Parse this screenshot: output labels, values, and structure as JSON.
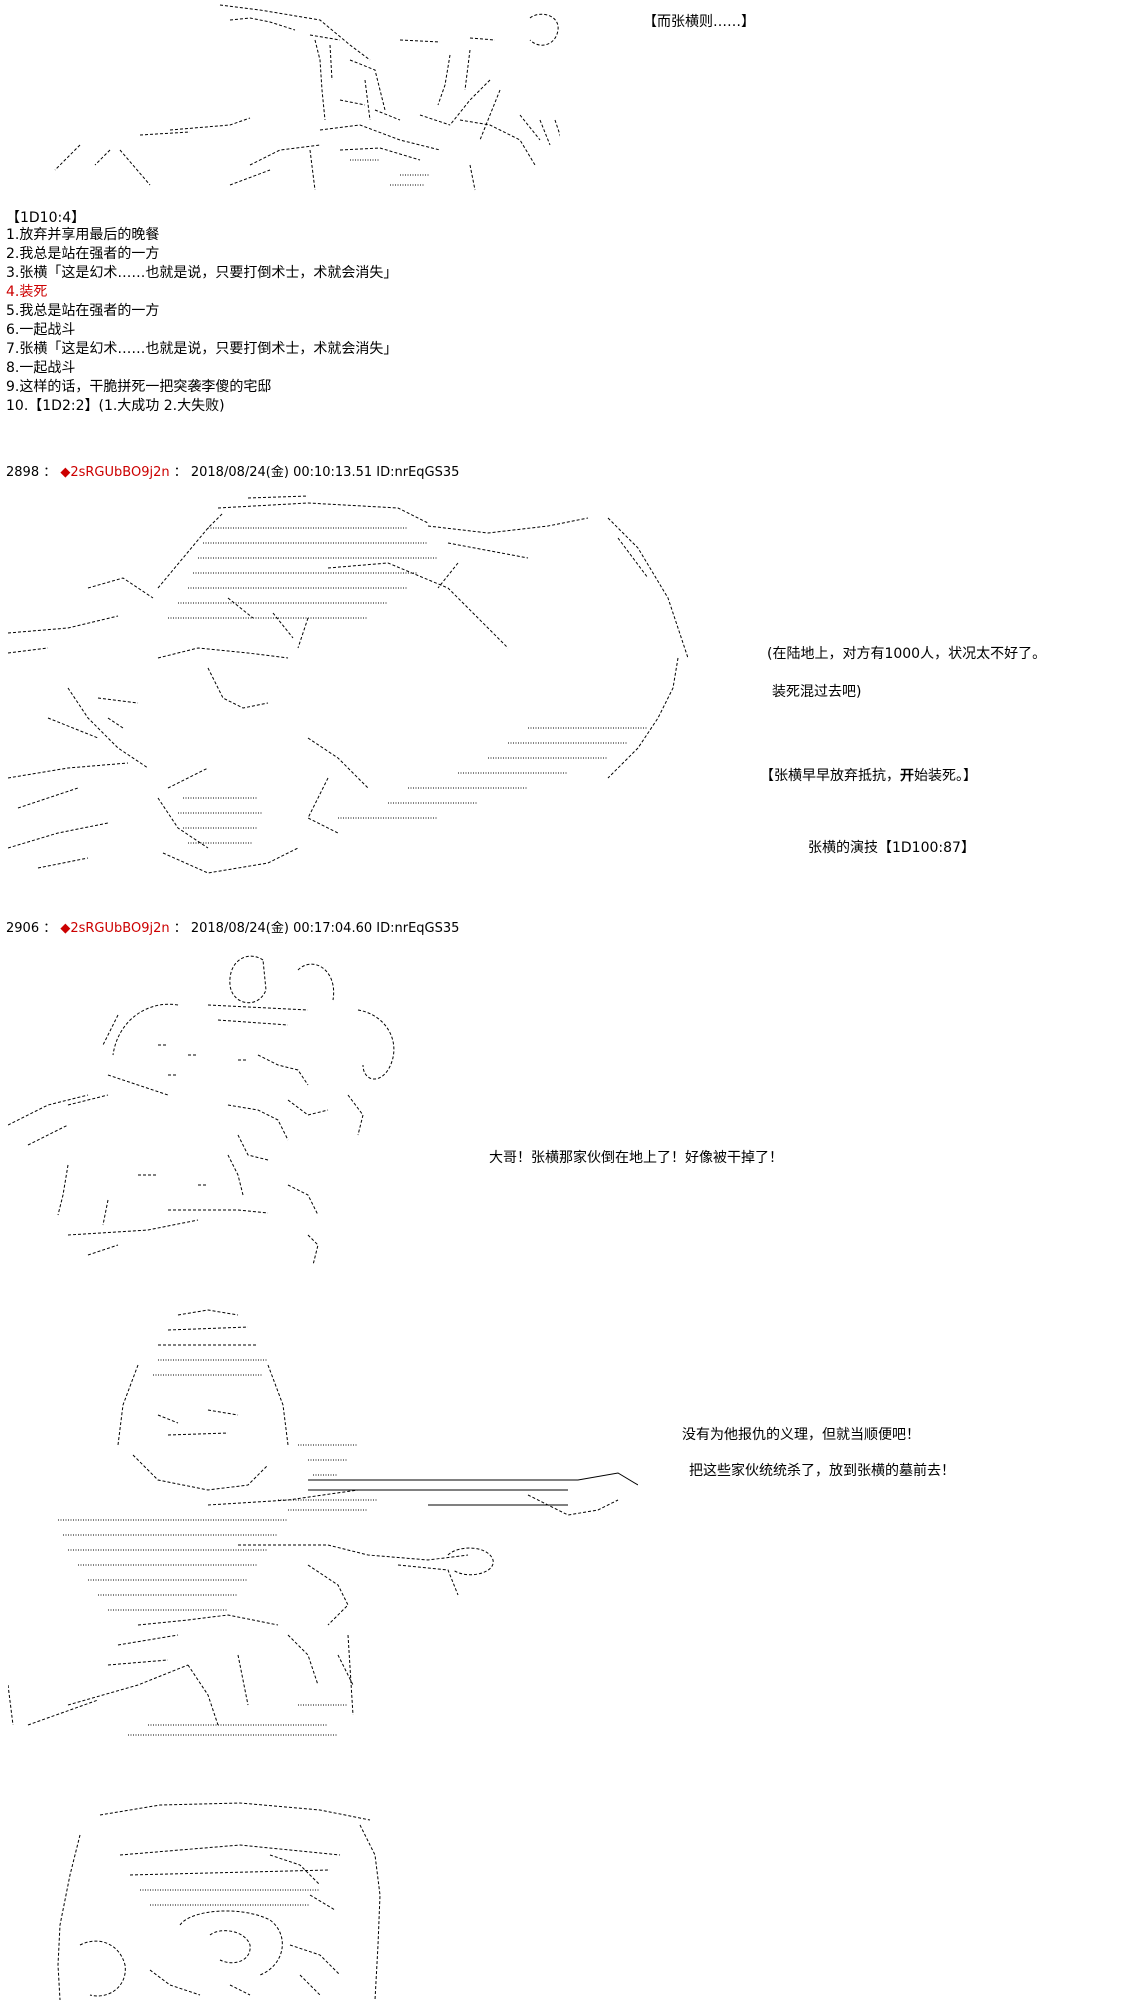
{
  "narration_top": "【而张横则……】",
  "choice_list": {
    "header": "【1D10:4】",
    "items": [
      "1.放弃并享用最后的晚餐",
      "2.我总是站在强者的一方",
      "3.张横「这是幻术……也就是说，只要打倒术士，术就会消失」",
      "4.装死",
      "5.我总是站在强者的一方",
      "6.一起战斗",
      "7.张横「这是幻术……也就是说，只要打倒术士，术就会消失」",
      "8.一起战斗",
      "9.这样的话，干脆拼死一把突袭李傻的宅邸",
      "10.【1D2:2】(1.大成功  2.大失败)"
    ],
    "highlight_color": "#cc0000"
  },
  "post_2898": {
    "number": "2898",
    "trip": "◆2sRGUbBO9j2n",
    "datetime": "2018/08/24(金) 00:10:13.51",
    "id": "ID:nrEqGS35",
    "dialogue_1": "(在陆地上，对方有1000人，状况太不好了。",
    "dialogue_2": "装死混过去吧)",
    "narration_pre": "【张横早早放弃抵抗，",
    "narration_bold": "开",
    "narration_post": "始装死。】",
    "roll": "张横的演技【1D100:87】"
  },
  "post_2906": {
    "number": "2906",
    "trip": "◆2sRGUbBO9j2n",
    "datetime": "2018/08/24(金) 00:17:04.60",
    "id": "ID:nrEqGS35",
    "dialogue_1": "大哥！张横那家伙倒在地上了！好像被干掉了！",
    "dialogue_2": "没有为他报仇的义理，但就当顺便吧！",
    "dialogue_3": "把这些家伙统统杀了，放到张横的墓前去！"
  },
  "colors": {
    "trip": "#cc0000",
    "text": "#000000",
    "background": "#ffffff"
  },
  "icons": [
    "ascii-art-figure-crouched",
    "ascii-art-figure-lying-hat",
    "ascii-art-figure-bear-head",
    "ascii-art-figure-gunman",
    "ascii-art-figure-partial"
  ]
}
